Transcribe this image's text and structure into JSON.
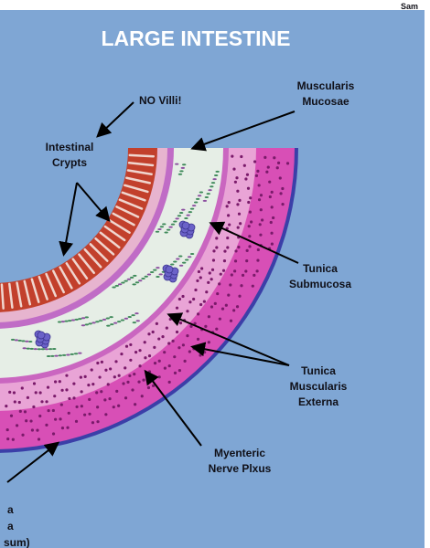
{
  "title": "LARGE INTESTINE",
  "corner_text": "Sam",
  "labels": {
    "no_villi": "NO Villi!",
    "crypts_1": "Intestinal",
    "crypts_2": "Crypts",
    "musc_mucosae_1": "Muscularis",
    "musc_mucosae_2": "Mucosae",
    "submucosa_1": "Tunica",
    "submucosa_2": "Submucosa",
    "musc_externa_1": "Tunica",
    "musc_externa_2": "Muscularis",
    "musc_externa_3": "Externa",
    "myenteric_1": "Myenteric",
    "myenteric_2": "Nerve Plxus",
    "cut_1": "a",
    "cut_2": "a",
    "cut_3": "sum)"
  },
  "colors": {
    "background": "#7fa6d4",
    "crypt_red": "#c2402c",
    "mucosa_pink": "#e7b4cf",
    "submucosa": "#e6eee6",
    "muscle_magenta": "#d84fb6",
    "serosa": "#3b3fa8"
  }
}
